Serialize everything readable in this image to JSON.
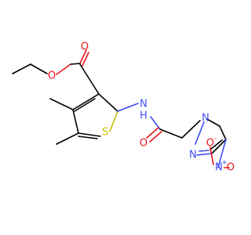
{
  "molecule": {
    "atom_labels": {
      "ester_o_carbonyl": "O",
      "ester_o_ether": "O",
      "sulfur": "S",
      "amide_n": "N",
      "amide_h": "H",
      "amide_o": "O",
      "pyrazole_n1": "N",
      "pyrazole_n2": "N",
      "nitro_n": "N",
      "nitro_plus": "+",
      "nitro_o_top": "O",
      "nitro_o_minus": "-",
      "nitro_o_right": "O"
    },
    "colors": {
      "carbon": "#000000",
      "oxygen": "#e8141c",
      "nitrogen": "#3d4df5",
      "sulfur": "#c8bd00"
    }
  }
}
